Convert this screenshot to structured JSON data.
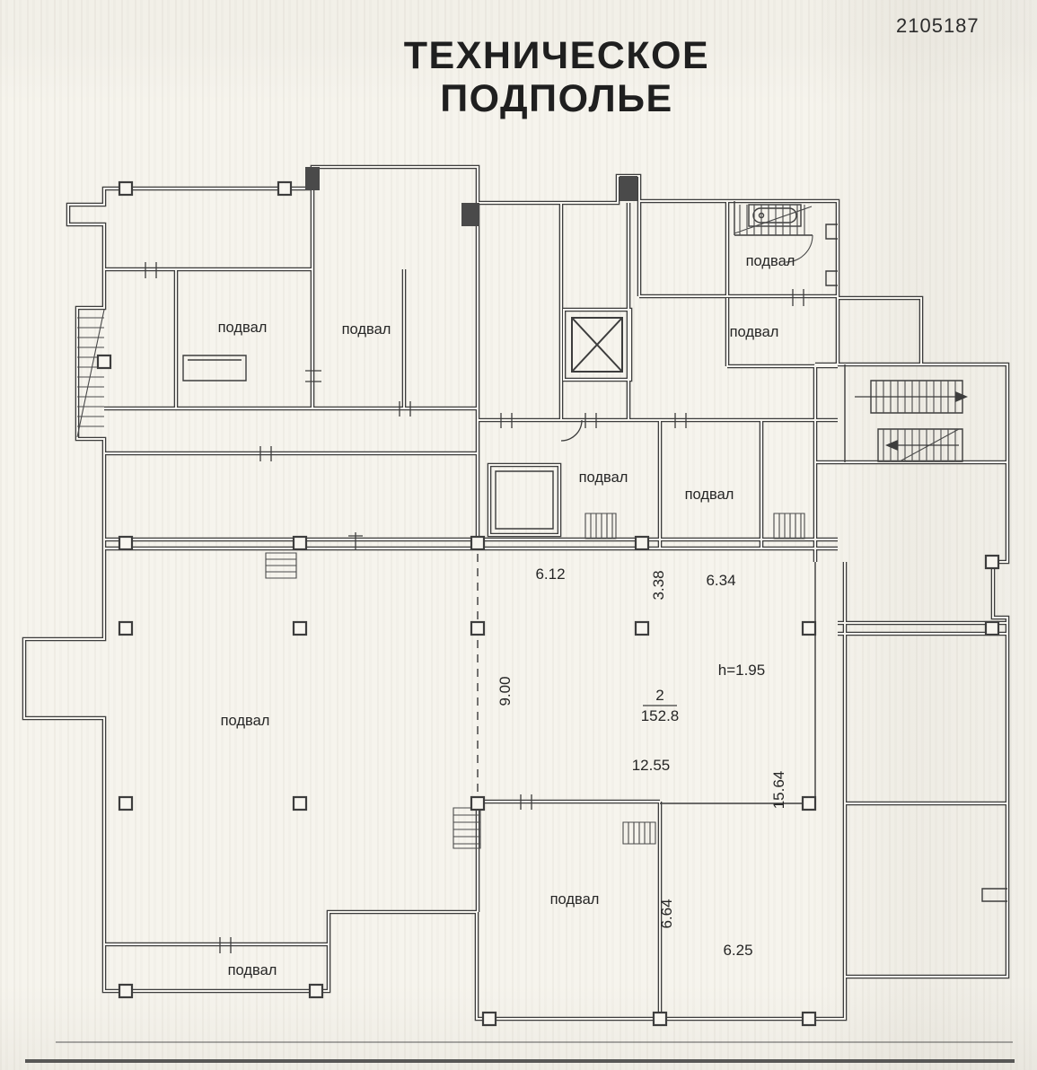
{
  "document": {
    "number": "2105187",
    "title_line1": "ТЕХНИЧЕСКОЕ",
    "title_line2": "ПОДПОЛЬЕ"
  },
  "rooms": [
    {
      "label": "подвал"
    },
    {
      "label": "подвал"
    },
    {
      "label": "подвал"
    },
    {
      "label": "подвал"
    },
    {
      "label": "подвал"
    },
    {
      "label": "подвал"
    },
    {
      "label": "подвал"
    },
    {
      "label": "подвал"
    },
    {
      "label": "подвал"
    }
  ],
  "dimensions": {
    "span_left": "6.12",
    "span_mid": "3.38",
    "span_right": "6.34",
    "depth_left": "9.00",
    "ceiling_height": "h=1.95",
    "room_number": "2",
    "room_area": "152.8",
    "span_bottom": "12.55",
    "depth_right": "15.64",
    "depth_bottom": "6.64",
    "span_bottom_right": "6.25"
  }
}
